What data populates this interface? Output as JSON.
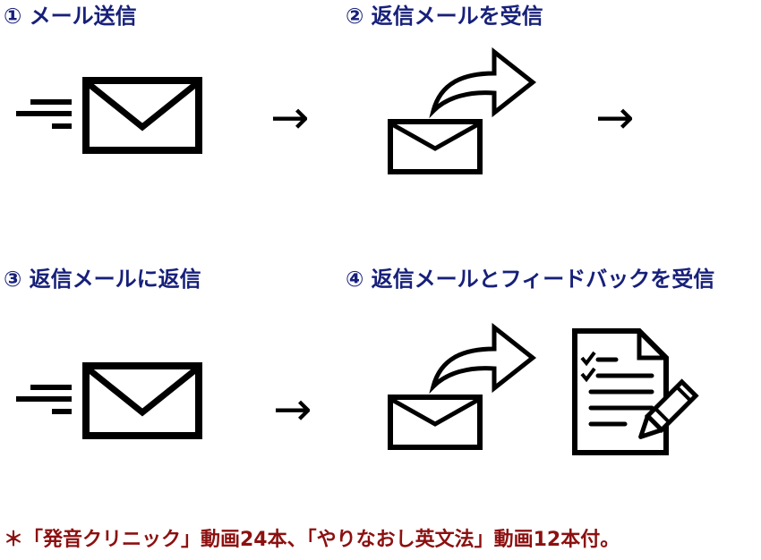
{
  "colors": {
    "label": "#17207a",
    "footnote": "#8c1010",
    "ink": "#000000"
  },
  "steps": [
    {
      "label": "① メール送信",
      "icon": "send-mail-icon"
    },
    {
      "label": "② 返信メールを受信",
      "icon": "reply-mail-icon"
    },
    {
      "label": "③ 返信メールに返信",
      "icon": "send-mail-icon"
    },
    {
      "label": "④ 返信メールとフィードバックを受信",
      "icon": "reply-mail-icon"
    }
  ],
  "extra_icon": "feedback-document-icon",
  "arrow_glyph": "→",
  "footnote": "＊「発音クリニック」動画24本、「やりなおし英文法」動画12本付。"
}
